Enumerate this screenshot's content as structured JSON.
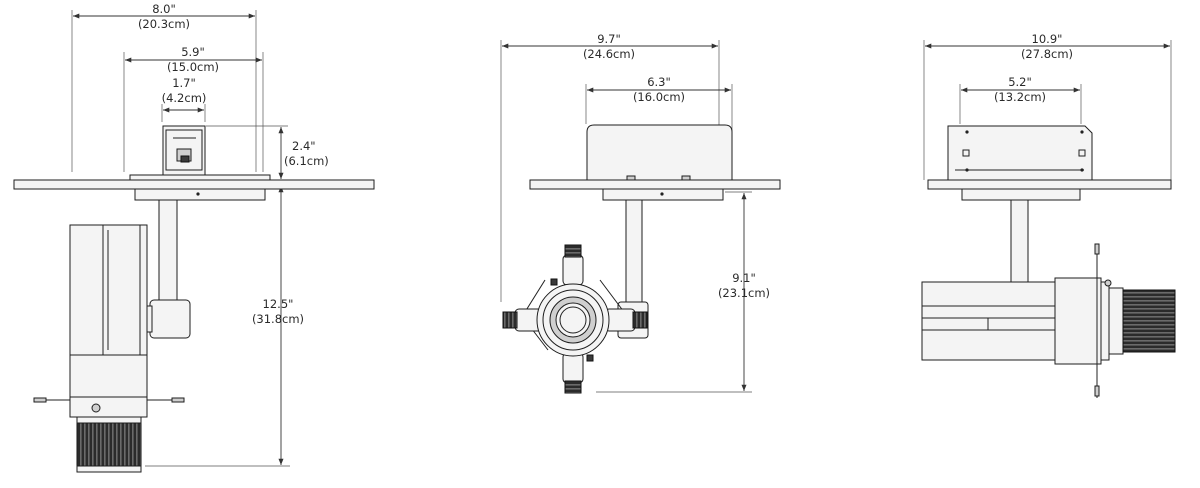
{
  "views": {
    "front": {
      "overall_width": {
        "in": "8.0\"",
        "cm": "(20.3cm)"
      },
      "box_width": {
        "in": "5.9\"",
        "cm": "(15.0cm)"
      },
      "box_depth": {
        "in": "1.7\"",
        "cm": "(4.2cm)"
      },
      "box_height": {
        "in": "2.4\"",
        "cm": "(6.1cm)"
      },
      "hang_height": {
        "in": "12.5\"",
        "cm": "(31.8cm)"
      }
    },
    "side": {
      "overall_width": {
        "in": "9.7\"",
        "cm": "(24.6cm)"
      },
      "box_width": {
        "in": "6.3\"",
        "cm": "(16.0cm)"
      },
      "hang_height": {
        "in": "9.1\"",
        "cm": "(23.1cm)"
      }
    },
    "top": {
      "overall_width": {
        "in": "10.9\"",
        "cm": "(27.8cm)"
      },
      "box_width": {
        "in": "5.2\"",
        "cm": "(13.2cm)"
      }
    }
  },
  "colors": {
    "line": "#222222",
    "knurl": "#2b2b2b",
    "background": "#ffffff"
  }
}
